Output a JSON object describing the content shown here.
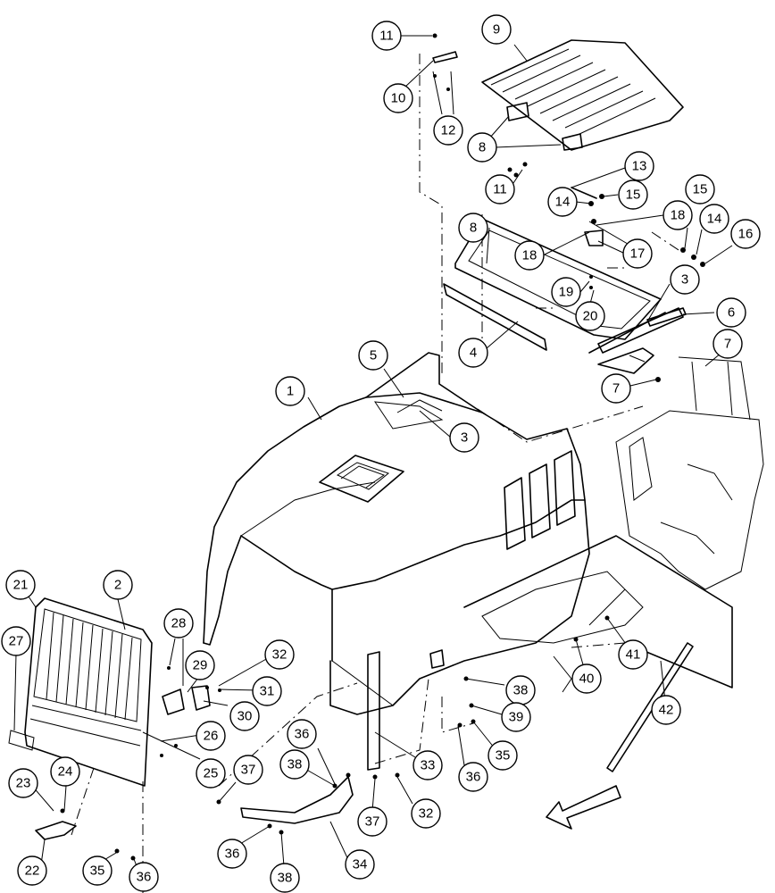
{
  "diagram": {
    "type": "exploded-parts-view",
    "callouts": [
      {
        "label": "1"
      },
      {
        "label": "2"
      },
      {
        "label": "3"
      },
      {
        "label": "3"
      },
      {
        "label": "4"
      },
      {
        "label": "5"
      },
      {
        "label": "6"
      },
      {
        "label": "7"
      },
      {
        "label": "7"
      },
      {
        "label": "8"
      },
      {
        "label": "8"
      },
      {
        "label": "9"
      },
      {
        "label": "10"
      },
      {
        "label": "11"
      },
      {
        "label": "11"
      },
      {
        "label": "12"
      },
      {
        "label": "13"
      },
      {
        "label": "14"
      },
      {
        "label": "14"
      },
      {
        "label": "15"
      },
      {
        "label": "15"
      },
      {
        "label": "16"
      },
      {
        "label": "17"
      },
      {
        "label": "18"
      },
      {
        "label": "18"
      },
      {
        "label": "19"
      },
      {
        "label": "20"
      },
      {
        "label": "21"
      },
      {
        "label": "22"
      },
      {
        "label": "23"
      },
      {
        "label": "24"
      },
      {
        "label": "25"
      },
      {
        "label": "26"
      },
      {
        "label": "27"
      },
      {
        "label": "28"
      },
      {
        "label": "29"
      },
      {
        "label": "30"
      },
      {
        "label": "31"
      },
      {
        "label": "32"
      },
      {
        "label": "32"
      },
      {
        "label": "33"
      },
      {
        "label": "34"
      },
      {
        "label": "35"
      },
      {
        "label": "35"
      },
      {
        "label": "36"
      },
      {
        "label": "36"
      },
      {
        "label": "36"
      },
      {
        "label": "36"
      },
      {
        "label": "37"
      },
      {
        "label": "37"
      },
      {
        "label": "38"
      },
      {
        "label": "38"
      },
      {
        "label": "38"
      },
      {
        "label": "39"
      },
      {
        "label": "40"
      },
      {
        "label": "41"
      },
      {
        "label": "42"
      }
    ]
  },
  "colors": {
    "line": "#000000",
    "background": "#ffffff"
  },
  "icons": {
    "direction": "front-arrow-icon"
  }
}
